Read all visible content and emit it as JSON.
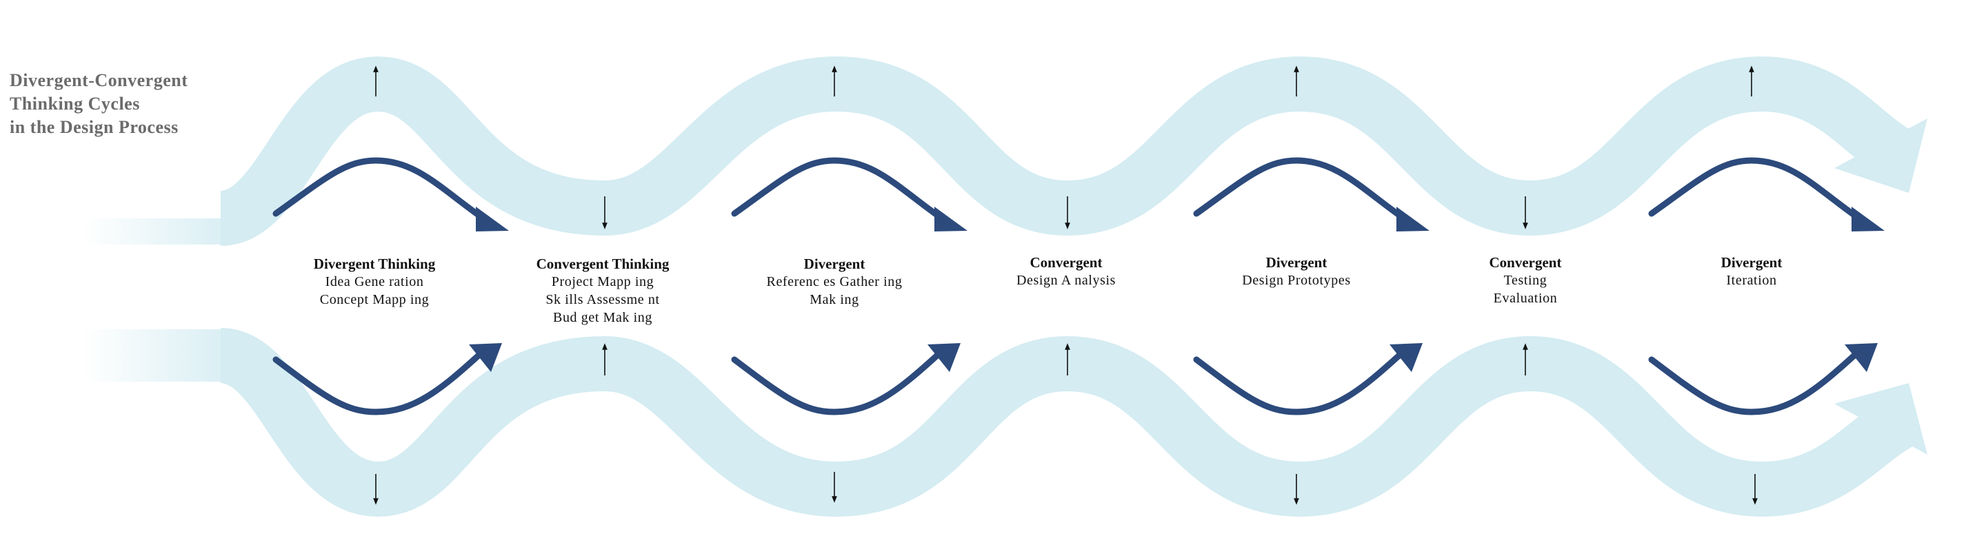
{
  "title": {
    "lines": [
      "Divergent-Convergent",
      "Thinking Cycles",
      "in the Design Process"
    ]
  },
  "stages": [
    {
      "label": "Divergent Thinking",
      "items": [
        "Idea Gene ration",
        "Concept Mapp ing"
      ]
    },
    {
      "label": "Convergent Thinking",
      "items": [
        "Project Mapp ing",
        "Sk ills Assessme nt",
        "Bud get Mak ing"
      ]
    },
    {
      "label": "Divergent",
      "items": [
        "Referenc es Gather ing",
        "Mak ing"
      ]
    },
    {
      "label": "Convergent",
      "items": [
        "Design A nalysis"
      ]
    },
    {
      "label": "Divergent",
      "items": [
        "Design  Prototypes"
      ]
    },
    {
      "label": "Convergent",
      "items": [
        "Testing",
        "Evaluation"
      ]
    },
    {
      "label": "Divergent",
      "items": [
        "Iteration"
      ]
    }
  ],
  "colors": {
    "band": "#d4ecf2",
    "arrow": "#2c4a7c",
    "text": "#111111",
    "title": "#6b6b6b"
  },
  "icons": {
    "band_markers": "thin-vertical-arrow-icon",
    "cycle_arrows": "curved-arrow-icon"
  }
}
